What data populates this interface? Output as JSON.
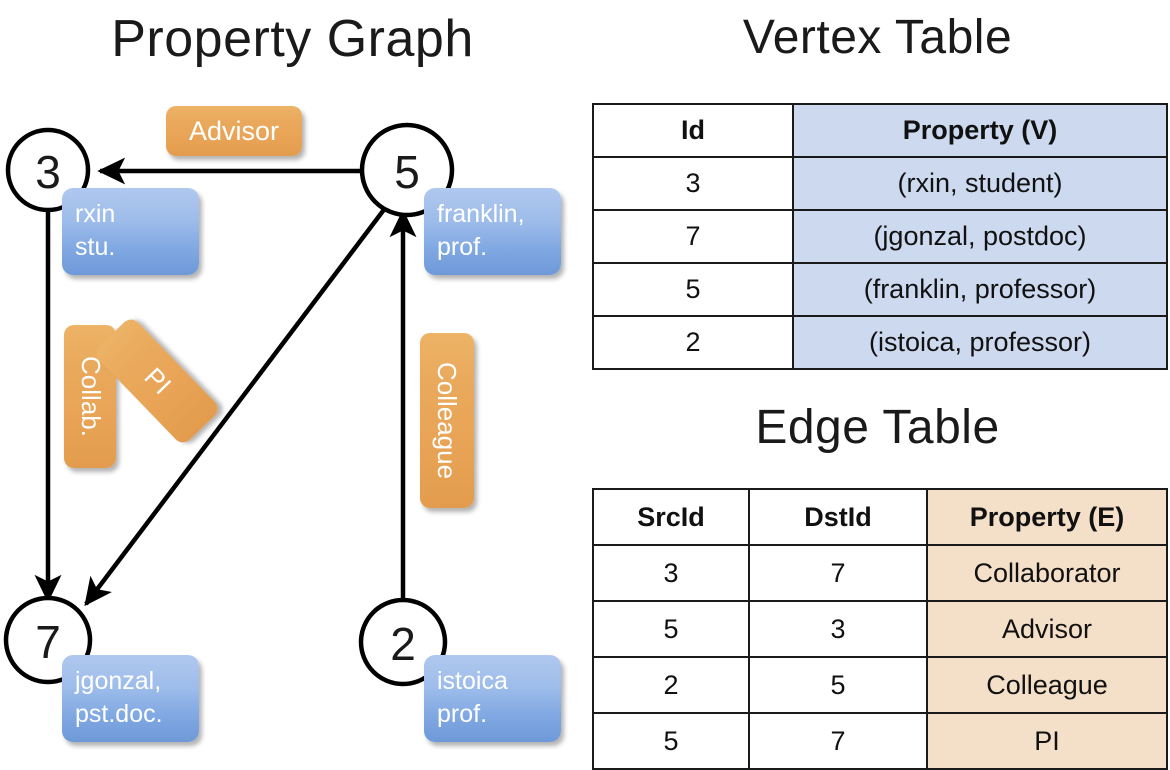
{
  "panels": {
    "graph_title": "Property Graph",
    "vertex_title": "Vertex Table",
    "edge_title": "Edge Table"
  },
  "colors": {
    "node_blue_top": "#b0c8ee",
    "node_blue_bottom": "#6e99d8",
    "edge_orange_top": "#edb366",
    "edge_orange_bottom": "#e39c4d",
    "vertex_cell_fill": "#ccd9ee",
    "edge_cell_fill": "#f4dfc8",
    "stroke": "#000000",
    "background": "#ffffff"
  },
  "graph": {
    "nodes": [
      {
        "id": "3",
        "property_lines": [
          "rxin",
          "stu."
        ]
      },
      {
        "id": "5",
        "property_lines": [
          "franklin,",
          "prof."
        ]
      },
      {
        "id": "7",
        "property_lines": [
          "jgonzal,",
          "pst.doc."
        ]
      },
      {
        "id": "2",
        "property_lines": [
          "istoica",
          "prof."
        ]
      }
    ],
    "edge_labels": [
      {
        "label": "Advisor",
        "from": "5",
        "to": "3"
      },
      {
        "label": "Collab.",
        "from": "3",
        "to": "7"
      },
      {
        "label": "PI",
        "from": "5",
        "to": "7"
      },
      {
        "label": "Colleague",
        "from": "2",
        "to": "5"
      }
    ]
  },
  "vertex_table": {
    "headers": [
      "Id",
      "Property (V)"
    ],
    "rows": [
      {
        "id": "3",
        "property": "(rxin, student)"
      },
      {
        "id": "7",
        "property": "(jgonzal, postdoc)"
      },
      {
        "id": "5",
        "property": "(franklin, professor)"
      },
      {
        "id": "2",
        "property": "(istoica, professor)"
      }
    ]
  },
  "edge_table": {
    "headers": [
      "SrcId",
      "DstId",
      "Property (E)"
    ],
    "rows": [
      {
        "src": "3",
        "dst": "7",
        "property": "Collaborator"
      },
      {
        "src": "5",
        "dst": "3",
        "property": "Advisor"
      },
      {
        "src": "2",
        "dst": "5",
        "property": "Colleague"
      },
      {
        "src": "5",
        "dst": "7",
        "property": "PI"
      }
    ]
  }
}
